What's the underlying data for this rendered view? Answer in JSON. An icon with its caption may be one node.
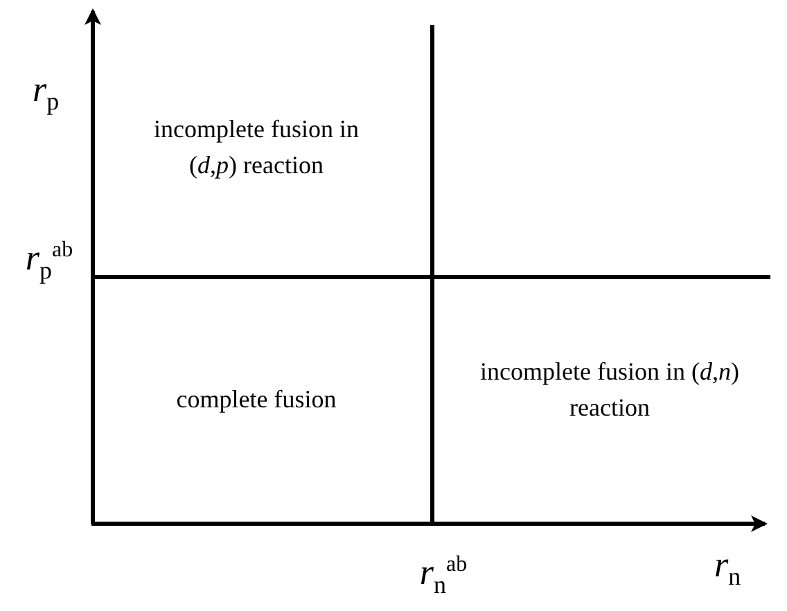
{
  "diagram": {
    "labels": [
      "*r*$_{p}$",
      "incomplete fusion in (*d*,*p*) reaction",
      "*r*$_{p}$$^{ab}$",
      "complete fusion",
      "incomplete fusion in (*d*,*n*) reaction",
      "*r*$_{n}$$^{ab}$",
      "*r*$_{n}$"
    ]
  }
}
